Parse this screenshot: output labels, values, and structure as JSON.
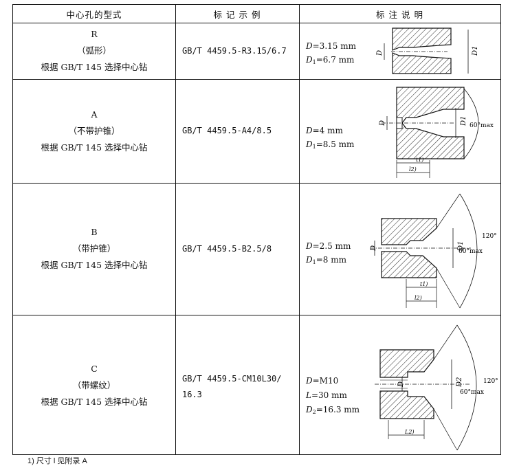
{
  "headers": [
    "中心孔的型式",
    "标 记 示 例",
    "标 注 说 明"
  ],
  "rows": [
    {
      "type_letter": "R",
      "type_name": "（弧形）",
      "type_note": "根据 GB/T 145 选择中心钻",
      "mark": "GB/T 4459.5-R3.15/6.7",
      "params": [
        {
          "sym": "D",
          "sub": "",
          "val": "=3.15 mm"
        },
        {
          "sym": "D",
          "sub": "1",
          "val": "=6.7 mm"
        }
      ]
    },
    {
      "type_letter": "A",
      "type_name": "（不带护锥）",
      "type_note": "根据 GB/T 145 选择中心钻",
      "mark": "GB/T 4459.5-A4/8.5",
      "params": [
        {
          "sym": "D",
          "sub": "",
          "val": "=4 mm"
        },
        {
          "sym": "D",
          "sub": "1",
          "val": "=8.5 mm"
        }
      ]
    },
    {
      "type_letter": "B",
      "type_name": "（带护锥）",
      "type_note": "根据 GB/T 145 选择中心钻",
      "mark": "GB/T 4459.5-B2.5/8",
      "params": [
        {
          "sym": "D",
          "sub": "",
          "val": "=2.5 mm"
        },
        {
          "sym": "D",
          "sub": "1",
          "val": "=8 mm"
        }
      ]
    },
    {
      "type_letter": "C",
      "type_name": "（带螺纹）",
      "type_note": "根据 GB/T 145 选择中心钻",
      "mark": "GB/T 4459.5-CM10L30/16.3",
      "params": [
        {
          "sym": "D",
          "sub": "",
          "val": "=M10"
        },
        {
          "sym": "L",
          "sub": "",
          "val": "=30 mm"
        },
        {
          "sym": "D",
          "sub": "2",
          "val": "=16.3 mm"
        }
      ]
    }
  ],
  "figure_labels": {
    "D": "D",
    "D1": "D1",
    "D2": "D2",
    "t1": "t1)",
    "l2": "l2)",
    "L2": "L2)",
    "angle60": "60°max",
    "angle120": "120°"
  },
  "footnote": "1) 尺寸 l 见附录 A"
}
